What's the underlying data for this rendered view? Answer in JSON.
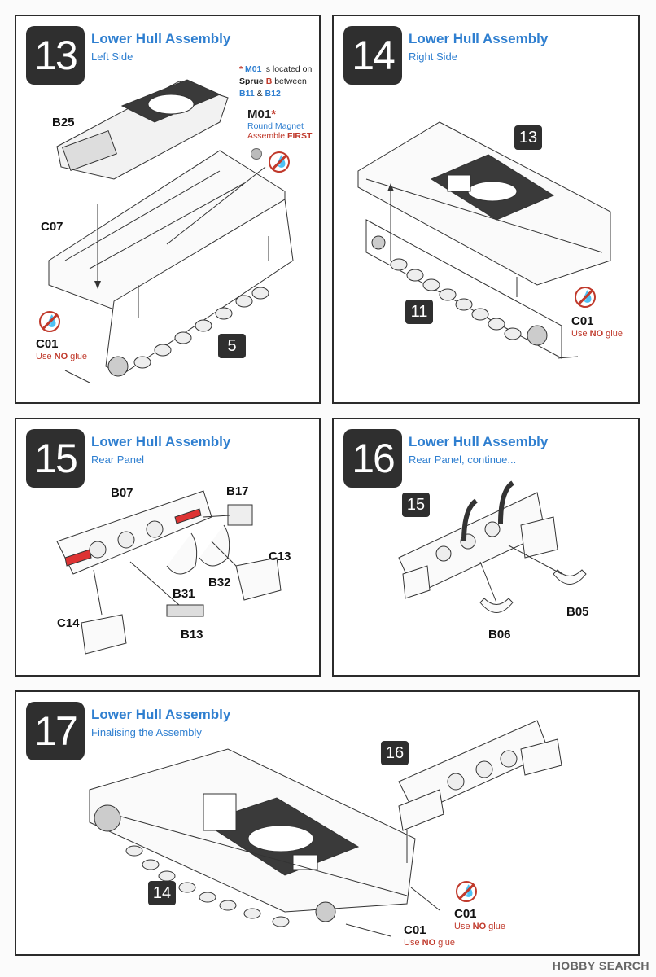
{
  "steps": [
    {
      "num": "13",
      "title": "Lower Hull Assembly",
      "subtitle": "Left Side"
    },
    {
      "num": "14",
      "title": "Lower Hull Assembly",
      "subtitle": "Right Side"
    },
    {
      "num": "15",
      "title": "Lower Hull Assembly",
      "subtitle": "Rear Panel"
    },
    {
      "num": "16",
      "title": "Lower Hull Assembly",
      "subtitle": "Rear Panel, continue..."
    },
    {
      "num": "17",
      "title": "Lower Hull Assembly",
      "subtitle": "Finalising the Assembly"
    }
  ],
  "step13": {
    "note": {
      "pre": "M01",
      "mid1": " is located on ",
      "sprue_label": "Sprue ",
      "sprue": "B",
      "between": " between ",
      "p1": "B11",
      "amp": " & ",
      "p2": "B12",
      "star": "*"
    },
    "magnet": {
      "code": "M01",
      "star": "*",
      "line1": "Round Magnet",
      "line2_pre": "Assemble ",
      "line2_bold": "FIRST"
    },
    "parts": [
      "B25",
      "C07",
      "C01"
    ],
    "badge": "5",
    "glue": {
      "pre": "Use ",
      "no": "NO",
      "post": " glue"
    }
  },
  "step14": {
    "badge_top": "13",
    "badge_bottom": "11",
    "part": "C01",
    "glue": {
      "pre": "Use ",
      "no": "NO",
      "post": " glue"
    }
  },
  "step15": {
    "parts": [
      "B07",
      "B17",
      "C13",
      "B31",
      "B32",
      "C14",
      "B13"
    ]
  },
  "step16": {
    "badge": "15",
    "parts": [
      "B05",
      "B06"
    ]
  },
  "step17": {
    "badge_top": "16",
    "badge_bottom": "14",
    "c01_a": "C01",
    "c01_b": "C01",
    "glue": {
      "pre": "Use ",
      "no": "NO",
      "post": " glue"
    }
  },
  "watermark": "HOBBY SEARCH",
  "colors": {
    "title_blue": "#2f7fd0",
    "warning_red": "#c0392b",
    "badge_dark": "#2f2f2f"
  }
}
